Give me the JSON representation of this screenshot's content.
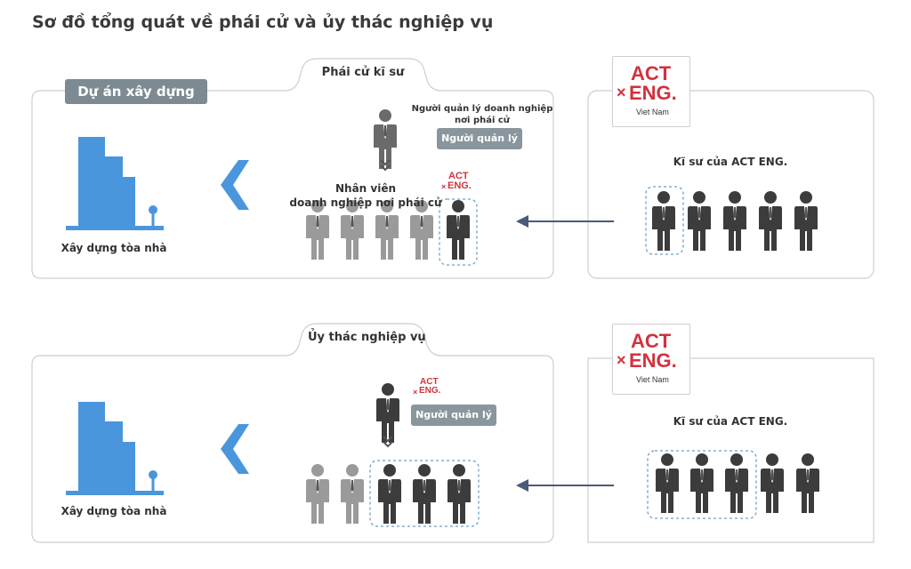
{
  "title": "Sơ đồ tổng quát về phái cử và ủy thác nghiệp vụ",
  "logo": {
    "line1": "ACT",
    "line2": "ENG.",
    "sub": "Viet Nam",
    "accent": "#d1323f"
  },
  "colors": {
    "building": "#4a96dc",
    "arrow_left": "#4a96dc",
    "person_dark": "#3c3c3c",
    "person_light": "#9a9a9a",
    "flow_arrow": "#4a5a78",
    "panel_border": "#cfcfcf",
    "dash": "#6aa0c8"
  },
  "top": {
    "project_label": "Dự án xây dựng",
    "building_caption": "Xây dựng tòa nhà",
    "tab_label": "Phái cử kĩ sư",
    "manager_caption": "Người quản lý doanh nghiệp\nnơi phái cử",
    "manager_button": "Người quản lý",
    "staff_caption": "Nhân viên\ndoanh nghiệp nơi phái cử",
    "engineers_label": "Kĩ sư của ACT ENG."
  },
  "bottom": {
    "building_caption": "Xây dựng tòa nhà",
    "tab_label": "Ủy thác nghiệp vụ",
    "manager_button": "Người quản lý",
    "engineers_label": "Kĩ sư của ACT ENG."
  }
}
